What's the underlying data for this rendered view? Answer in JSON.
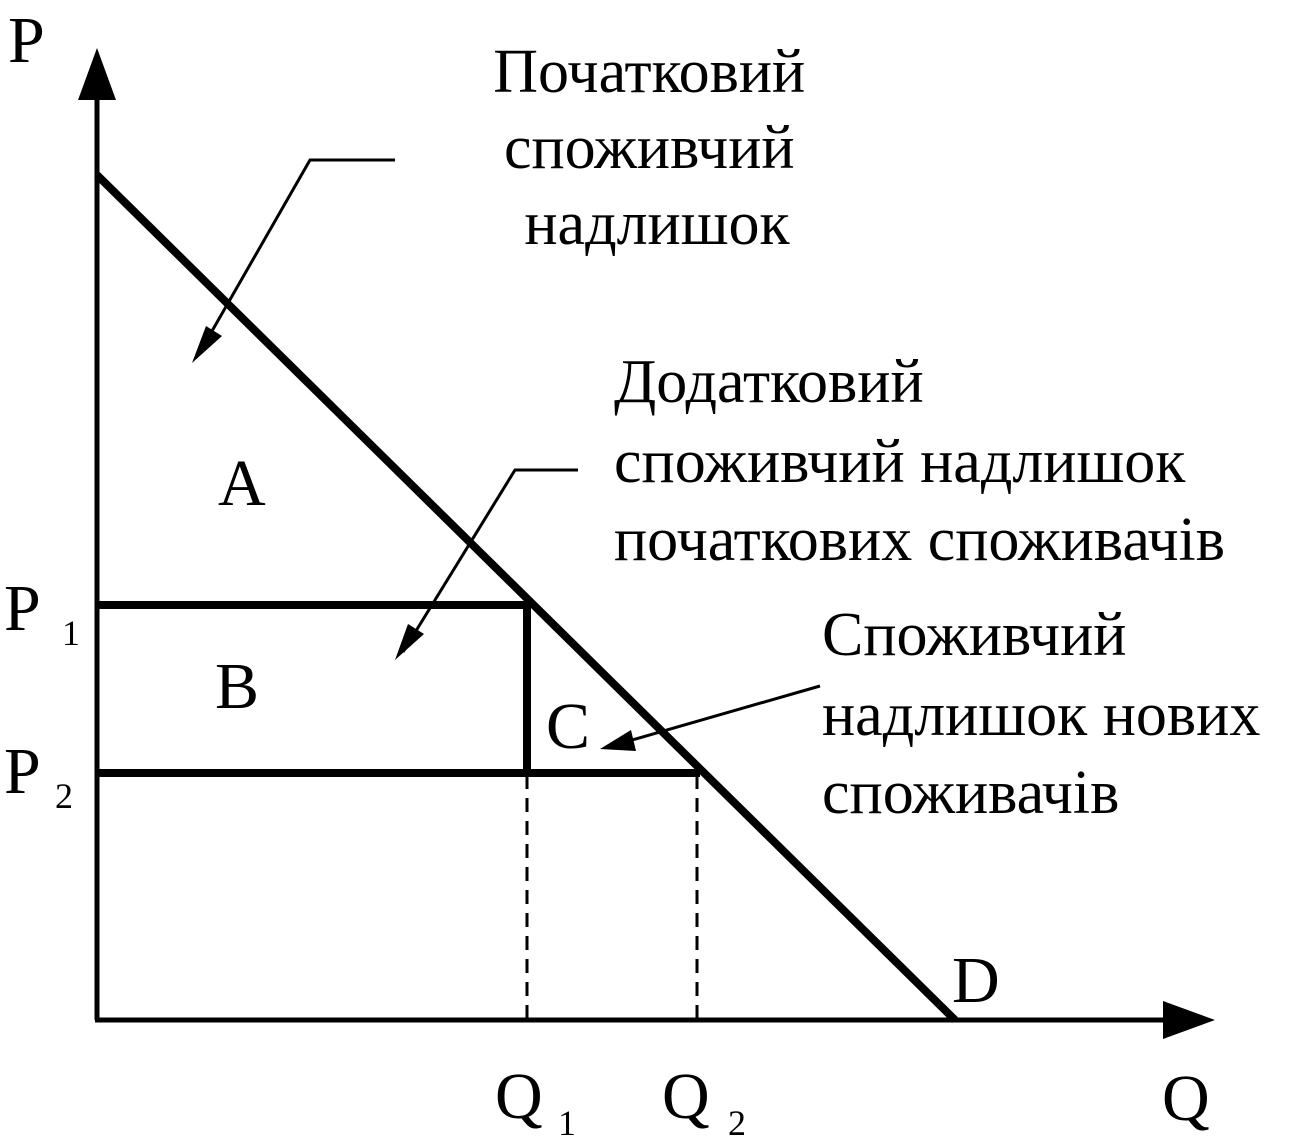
{
  "labels": {
    "p_axis": "P",
    "q_axis": "Q",
    "p1_main": "P",
    "p1_sub": "1",
    "p2_main": "P",
    "p2_sub": "2",
    "q1_main": "Q",
    "q1_sub": "1",
    "q2_main": "Q",
    "q2_sub": "2",
    "demand": "D",
    "area_a": "A",
    "area_b": "B",
    "area_c": "C"
  },
  "annotations": {
    "initial_surplus": [
      "Початковий",
      "споживчий",
      "надлишок"
    ],
    "additional_surplus": [
      "Додатковий",
      "споживчий надлишок",
      "початкових споживачів"
    ],
    "new_surplus": [
      "Споживчий",
      "надлишок нових",
      "споживачів"
    ]
  }
}
